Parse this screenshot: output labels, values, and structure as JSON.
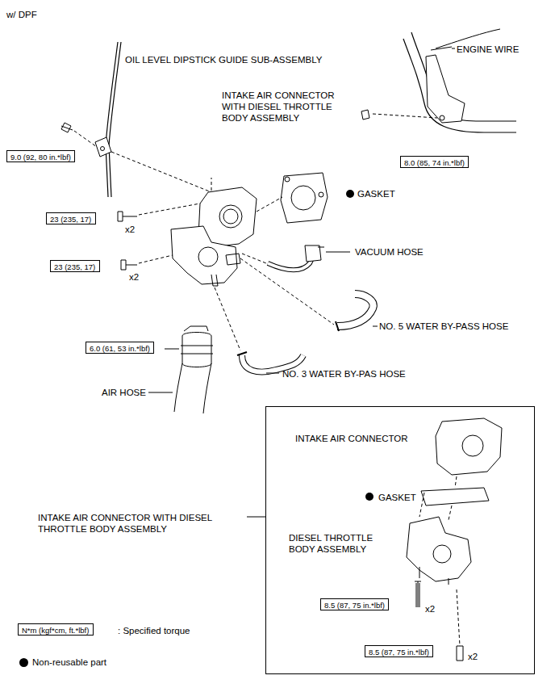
{
  "diagram": {
    "nodes": [
      {
        "text": [
          "9.0 (92, 80 in.*lbf)"
        ]
      },
      {
        "text": [
          "8.0 (85, 74 in.*lbf)"
        ]
      },
      {
        "text": [
          "23 (235, 17)"
        ]
      },
      {
        "text": [
          "23 (235, 17)"
        ]
      },
      {
        "text": [
          "6.0 (61, 53 in.*lbf)"
        ]
      },
      {
        "text": [
          "INTAKE AIR CONNECTOR WITH DIESEL THROTTLE BODY ASSEMBLY",
          "INTAKE AIR CONNECTOR",
          "GASKET",
          "DIESEL THROTTLE BODY ASSEMBLY"
        ]
      },
      {
        "text": [
          "8.5 (87, 75 in.*lbf)"
        ],
        "in": 5
      },
      {
        "text": [
          "8.5 (87, 75 in.*lbf)"
        ],
        "in": 5
      },
      {
        "text": [
          "N*m (kgf*cm, ft.*lbf)"
        ]
      }
    ],
    "labels": [
      "w/ DPF",
      "OIL LEVEL DIPSTICK GUIDE SUB-ASSEMBLY",
      "INTAKE AIR CONNECTOR WITH DIESEL THROTTLE BODY ASSEMBLY",
      "ENGINE WIRE",
      "GASKET",
      "VACUUM HOSE",
      "NO. 5 WATER BY-PASS HOSE",
      "NO. 3 WATER BY-PAS HOSE",
      "AIR HOSE",
      "x2",
      "x2",
      "x2",
      "x2"
    ],
    "legend": [
      {
        "text": ": Specified torque"
      },
      {
        "text": "Non-reusable part",
        "color": "#000000"
      }
    ]
  }
}
